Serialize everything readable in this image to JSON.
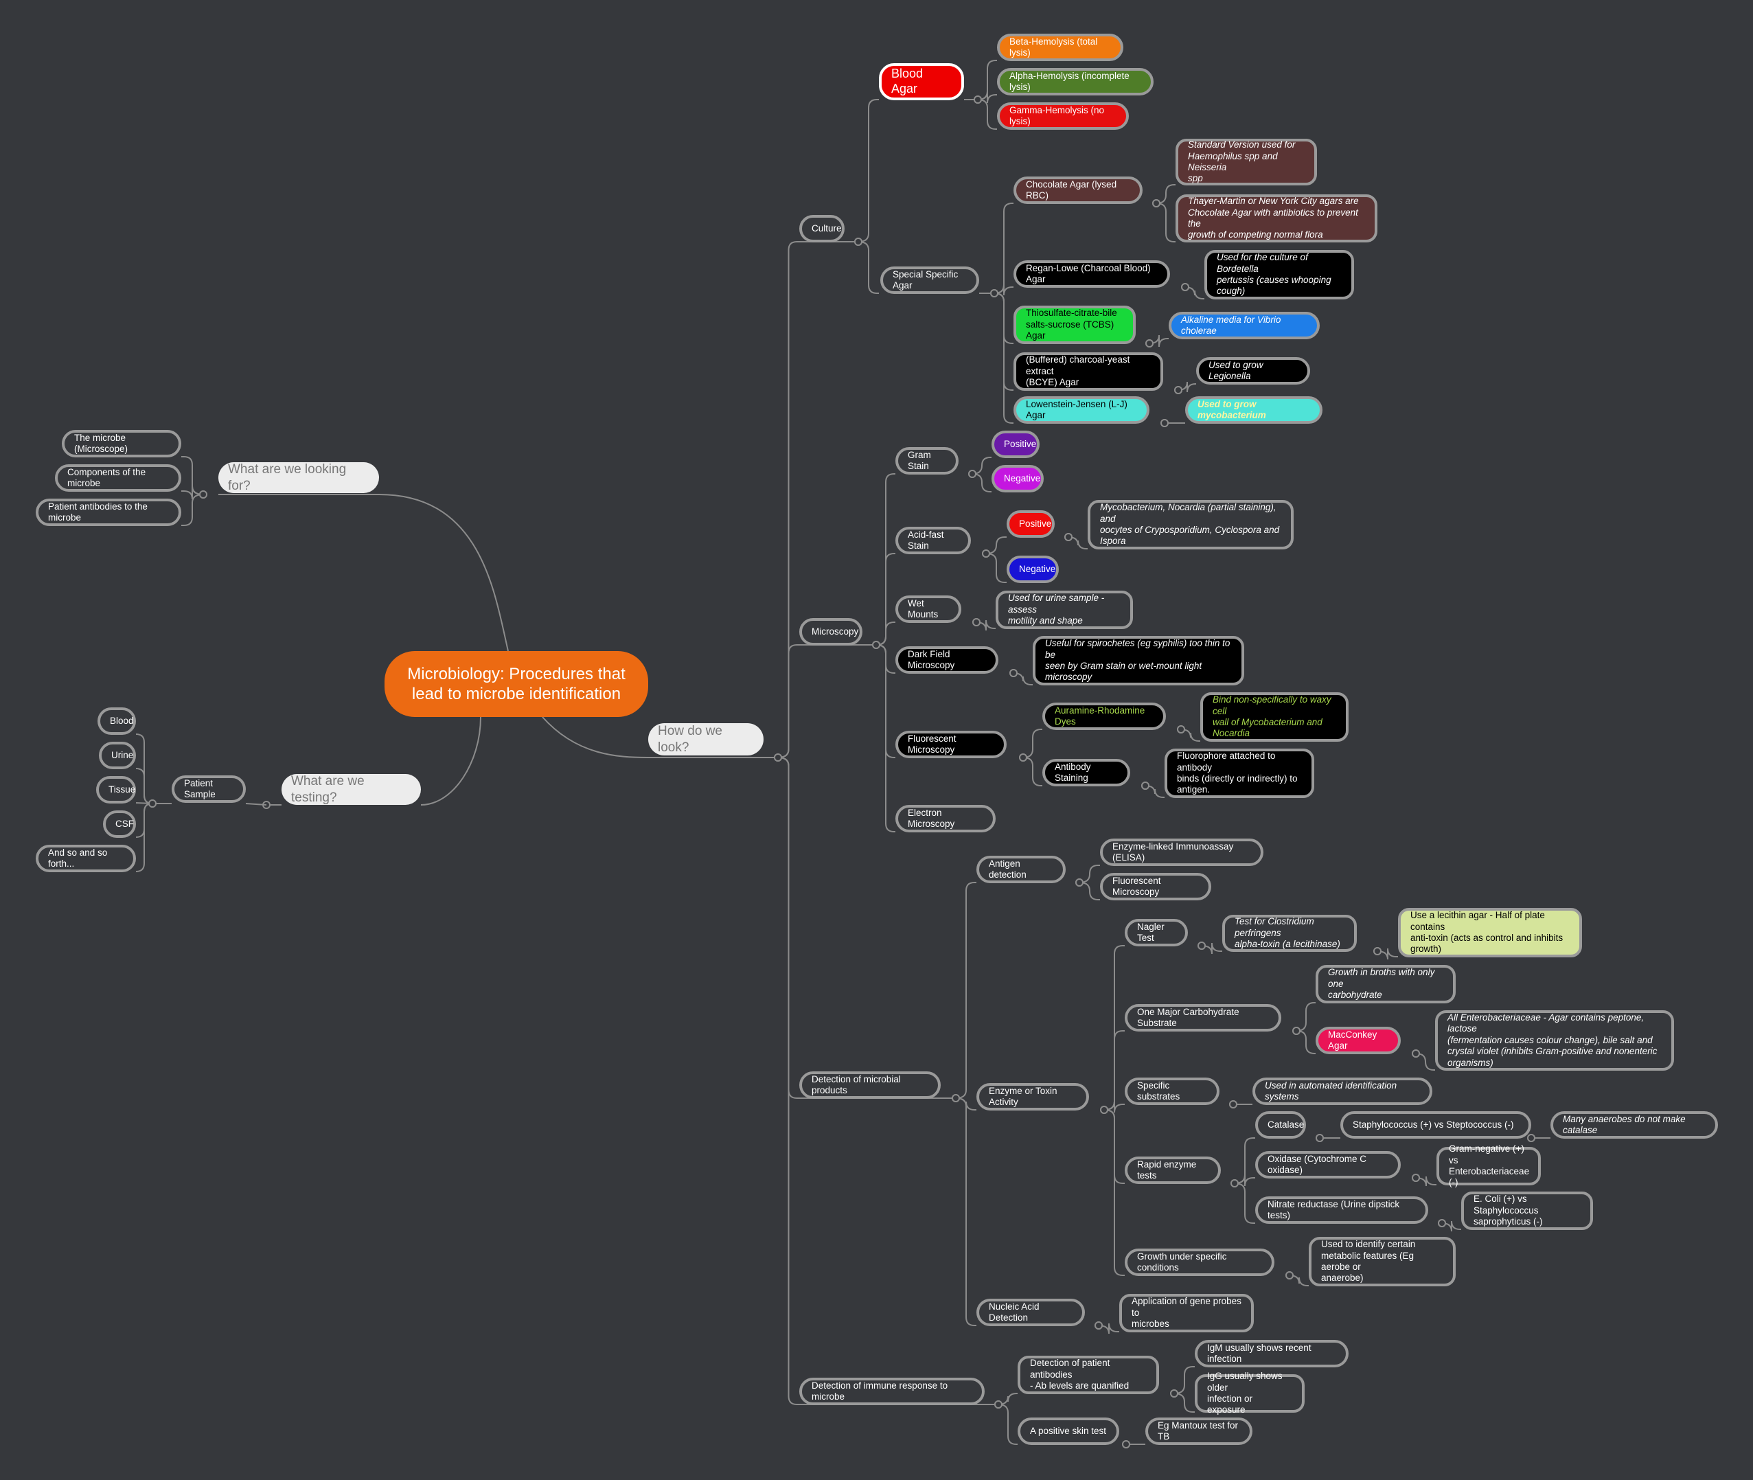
{
  "center": "Microbiology: Procedures that\nlead to microbe identification",
  "left": {
    "looking_for": {
      "label": "What are we looking for?",
      "items": [
        "The microbe (Microscope)",
        "Components of the microbe",
        "Patient antibodies to the microbe"
      ]
    },
    "testing": {
      "label": "What are we testing?",
      "patient_sample": {
        "label": "Patient Sample",
        "items": [
          "Blood",
          "Urine",
          "Tissue",
          "CSF",
          "And so and so forth..."
        ]
      }
    }
  },
  "how": {
    "label": "How do we look?",
    "culture": {
      "label": "Culture",
      "blood_agar": {
        "label": "Blood Agar",
        "beta": "Beta-Hemolysis (total lysis)",
        "alpha": "Alpha-Hemolysis (incomplete lysis)",
        "gamma": "Gamma-Hemolysis (no lysis)"
      },
      "special": {
        "label": "Special Specific Agar",
        "chocolate": "Chocolate Agar (lysed RBC)",
        "chocolate_note1": "Standard Version used for\nHaemophilus spp and Neisseria\nspp",
        "chocolate_note2": "Thayer-Martin or New York City agars are\nChocolate Agar with antibiotics to prevent the\ngrowth of competing normal flora",
        "regan": "Regan-Lowe (Charcoal Blood) Agar",
        "regan_note": "Used for the culture of Bordetella\npertussis (causes whooping\ncough)",
        "tcbs": "Thiosulfate-citrate-bile\nsalts-sucrose (TCBS) Agar",
        "tcbs_note": "Alkaline media for Vibrio cholerae",
        "bcye": "(Buffered) charcoal-yeast extract\n(BCYE) Agar",
        "bcye_note": "Used to grow Legionella",
        "lj": "Lowenstein-Jensen (L-J) Agar",
        "lj_note": "Used to grow mycobacterium"
      }
    },
    "microscopy": {
      "label": "Microscopy",
      "gram": "Gram Stain",
      "gram_pos": "Positive",
      "gram_neg": "Negative",
      "acid": "Acid-fast Stain",
      "acid_pos": "Positive",
      "acid_pos_note": "Mycobacterium, Nocardia (partial staining), and\noocytes of Cryposporidium, Cyclospora and\nIspora",
      "acid_neg": "Negative",
      "wet": "Wet Mounts",
      "wet_note": "Used for urine sample - assess\nmotility and shape",
      "dark": "Dark Field Microscopy",
      "dark_note": "Useful for spirochetes (eg syphilis) too thin to be\nseen by Gram stain or wet-mount light\nmicroscopy",
      "fluor": "Fluorescent Microscopy",
      "auramine": "Auramine-Rhodamine Dyes",
      "auramine_note": "Bind non-specifically to waxy cell\nwall of Mycobacterium and\nNocardia",
      "antibody": "Antibody Staining",
      "antibody_note": "Fluorophore attached to antibody\nbinds (directly or indirectly) to\nantigen.",
      "electron": "Electron Microscopy"
    },
    "products": {
      "label": "Detection of microbial products",
      "antigen": {
        "label": "Antigen detection",
        "elisa": "Enzyme-linked Immunoassay (ELISA)",
        "fluor": "Fluorescent Microscopy"
      },
      "enzyme": {
        "label": "Enzyme or Toxin Activity",
        "nagler": "Nagler Test",
        "nagler_note": "Test for Clostridium perfringens\nalpha-toxin (a lecithinase)",
        "nagler_note2": "Use a lecithin agar - Half of plate contains\nanti-toxin (acts as control and inhibits\ngrowth)",
        "carb": "One Major Carbohydrate Substrate",
        "carb_note": "Growth in broths with only one\ncarbohydrate",
        "macconkey": "MacConkey Agar",
        "macconkey_note": "All Enterobacteriaceae - Agar contains peptone, lactose\n(fermentation causes colour change), bile salt and\ncrystal violet (inhibits Gram-positive and nonenteric\norganisms)",
        "specific": "Specific substrates",
        "specific_note": "Used in automated identification systems",
        "rapid": "Rapid enzyme tests",
        "catalase": "Catalase",
        "catalase_note": "Staphylococcus (+) vs Steptococcus (-)",
        "catalase_note2": "Many anaerobes do not make catalase",
        "oxidase": "Oxidase (Cytochrome C oxidase)",
        "oxidase_note": "Gram-negative (+) vs\nEnterobacteriaceae (-)",
        "nitrate": "Nitrate reductase (Urine dipstick tests)",
        "nitrate_note": "E. Coli (+) vs Staphylococcus\nsaprophyticus (-)",
        "growth": "Growth under specific conditions",
        "growth_note": "Used to identify certain\nmetabolic features (Eg aerobe or\nanaerobe)"
      },
      "nucleic": {
        "label": "Nucleic Acid Detection",
        "note": "Application of gene probes to\nmicrobes"
      }
    },
    "immune": {
      "label": "Detection of immune response to microbe",
      "antibodies": "Detection of patient antibodies\n- Ab levels are quanified",
      "igm": "IgM usually shows recent infection",
      "igg": "IgG usually shows older\ninfection or exposure",
      "skin": "A positive skin test",
      "skin_note": "Eg Mantoux test for TB"
    }
  },
  "colors": {
    "background": "#36383c",
    "center": "#ec6a12",
    "connector": "#8c8c8c",
    "beta": "#f0790f",
    "alpha": "#4f7d28",
    "gamma": "#e60f0f",
    "blood_agar": "#ee0000",
    "tcbs": "#18d83a",
    "tcbs_note": "#1f7ee8",
    "lj": "#4fe3d7",
    "gram_pos": "#6a1aa8",
    "gram_neg": "#c416e0",
    "acid_pos": "#ee0b0b",
    "acid_neg": "#1813d6",
    "macconkey": "#ea1456",
    "nagler_note2": "#d5e49b"
  }
}
